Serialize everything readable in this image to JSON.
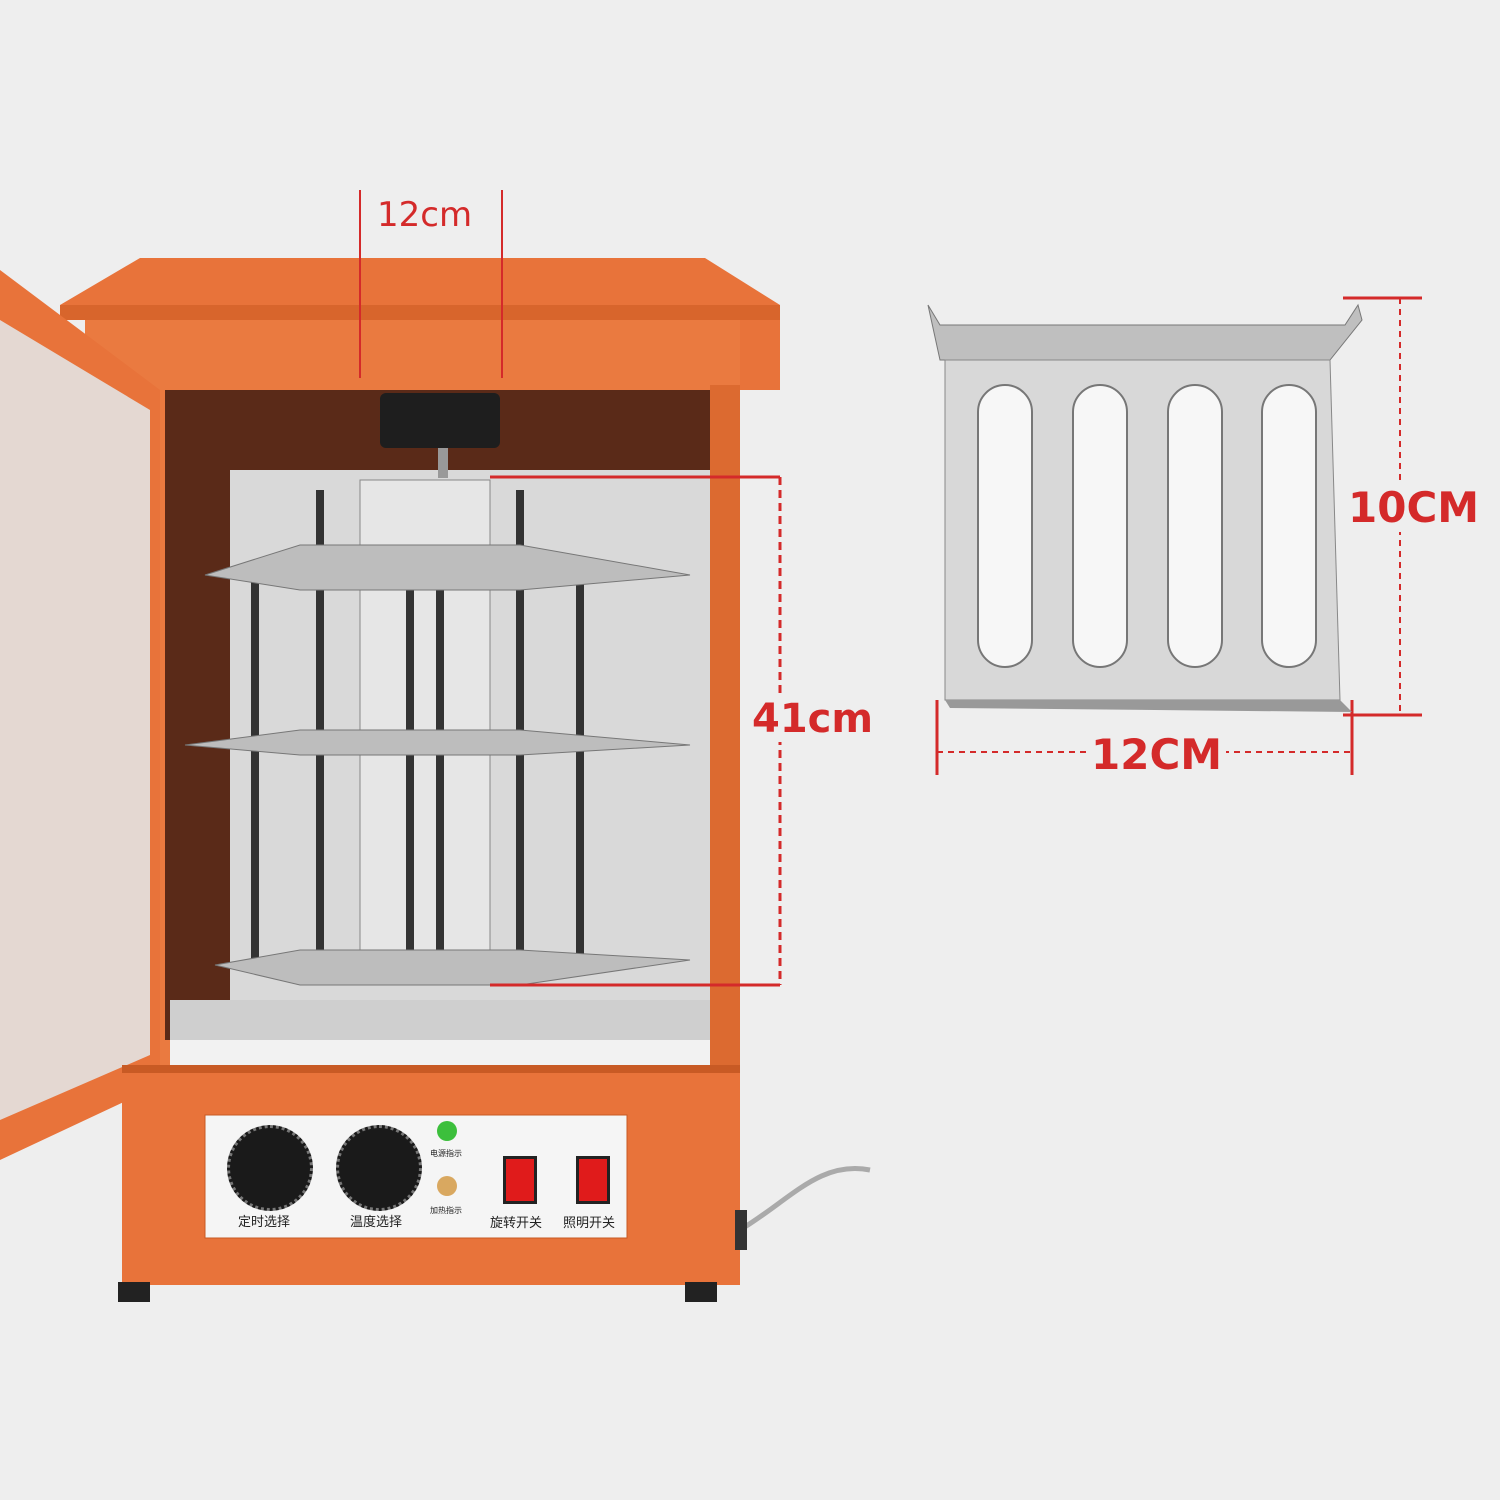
{
  "dimensions": {
    "rack_spacing": "12cm",
    "rack_height": "41cm",
    "tray_height": "10CM",
    "tray_width": "12CM"
  },
  "control_panel": {
    "timer_label": "定时选择",
    "temperature_label": "温度选择",
    "power_indicator_label": "电源指示",
    "heating_indicator_label": "加热指示",
    "rotation_switch_label": "旋转开关",
    "light_switch_label": "照明开关"
  },
  "colors": {
    "body": "#e8733a",
    "dimension": "#d42a2a",
    "background": "#eeeeee"
  }
}
